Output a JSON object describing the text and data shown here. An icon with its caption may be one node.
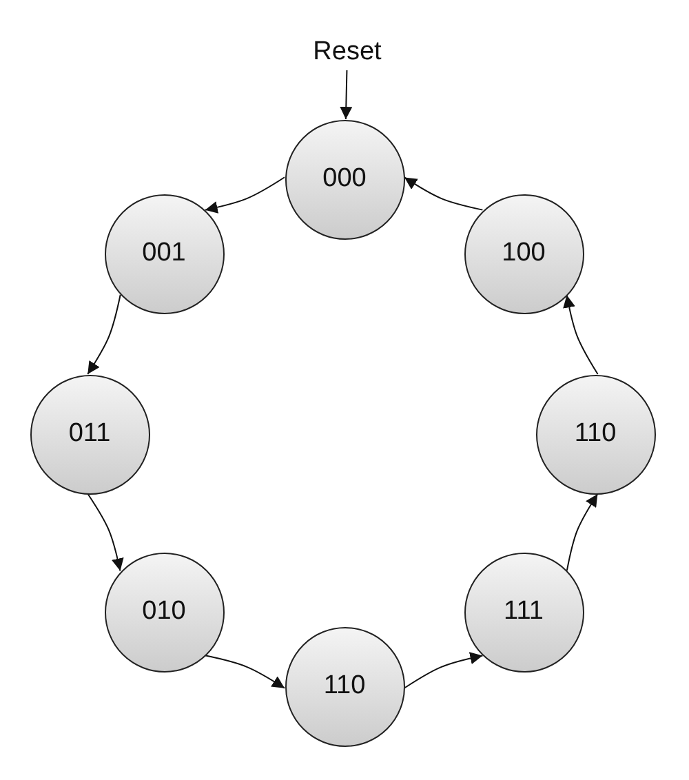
{
  "diagram": {
    "nodes": [
      {
        "text": [
          "Reset"
        ]
      },
      {
        "text": [
          "000"
        ]
      },
      {
        "text": [
          "001"
        ]
      },
      {
        "text": [
          "011"
        ]
      },
      {
        "text": [
          "010"
        ]
      },
      {
        "text": [
          "110"
        ]
      },
      {
        "text": [
          "111"
        ]
      },
      {
        "text": [
          "110"
        ]
      },
      {
        "text": [
          "100"
        ]
      }
    ],
    "edges": [
      {
        "from": 0,
        "to": 1,
        "arrow": "to"
      },
      {
        "from": 1,
        "to": 2,
        "arrow": "to"
      },
      {
        "from": 2,
        "to": 3,
        "arrow": "to"
      },
      {
        "from": 3,
        "to": 4,
        "arrow": "to"
      },
      {
        "from": 4,
        "to": 5,
        "arrow": "to"
      },
      {
        "from": 5,
        "to": 6,
        "arrow": "to"
      },
      {
        "from": 6,
        "to": 7,
        "arrow": "to"
      },
      {
        "from": 7,
        "to": 8,
        "arrow": "to"
      },
      {
        "from": 8,
        "to": 1,
        "arrow": "to"
      }
    ]
  }
}
